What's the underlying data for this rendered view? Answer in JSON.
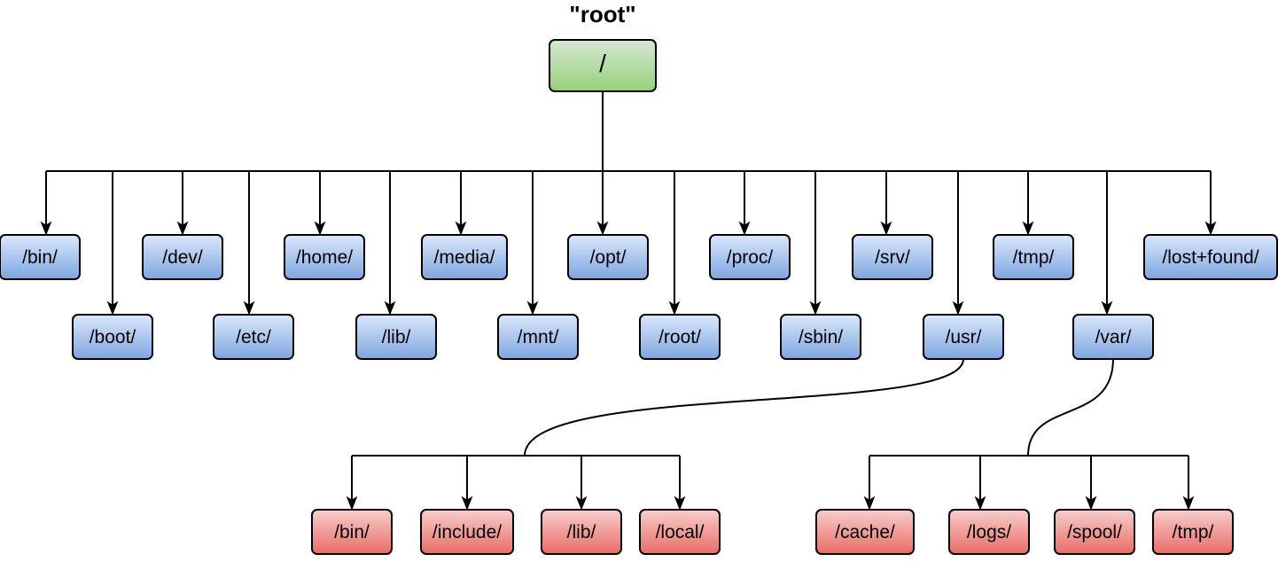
{
  "title": "\"root\"",
  "root": {
    "label": "/"
  },
  "level1": [
    {
      "id": "bin",
      "label": "/bin/"
    },
    {
      "id": "boot",
      "label": "/boot/"
    },
    {
      "id": "dev",
      "label": "/dev/"
    },
    {
      "id": "etc",
      "label": "/etc/"
    },
    {
      "id": "home",
      "label": "/home/"
    },
    {
      "id": "lib",
      "label": "/lib/"
    },
    {
      "id": "media",
      "label": "/media/"
    },
    {
      "id": "mnt",
      "label": "/mnt/"
    },
    {
      "id": "opt",
      "label": "/opt/"
    },
    {
      "id": "root",
      "label": "/root/"
    },
    {
      "id": "proc",
      "label": "/proc/"
    },
    {
      "id": "sbin",
      "label": "/sbin/"
    },
    {
      "id": "srv",
      "label": "/srv/"
    },
    {
      "id": "usr",
      "label": "/usr/"
    },
    {
      "id": "tmp",
      "label": "/tmp/"
    },
    {
      "id": "var",
      "label": "/var/"
    },
    {
      "id": "lost-found",
      "label": "/lost+found/"
    }
  ],
  "usr_children": [
    {
      "id": "bin",
      "label": "/bin/"
    },
    {
      "id": "include",
      "label": "/include/"
    },
    {
      "id": "lib",
      "label": "/lib/"
    },
    {
      "id": "local",
      "label": "/local/"
    }
  ],
  "var_children": [
    {
      "id": "cache",
      "label": "/cache/"
    },
    {
      "id": "logs",
      "label": "/logs/"
    },
    {
      "id": "spool",
      "label": "/spool/"
    },
    {
      "id": "tmp",
      "label": "/tmp/"
    }
  ],
  "colors": {
    "root_fill": "#97d077",
    "level1_fill": "#a9c4eb",
    "level2_fill": "#f19c99",
    "stroke": "#000000"
  }
}
